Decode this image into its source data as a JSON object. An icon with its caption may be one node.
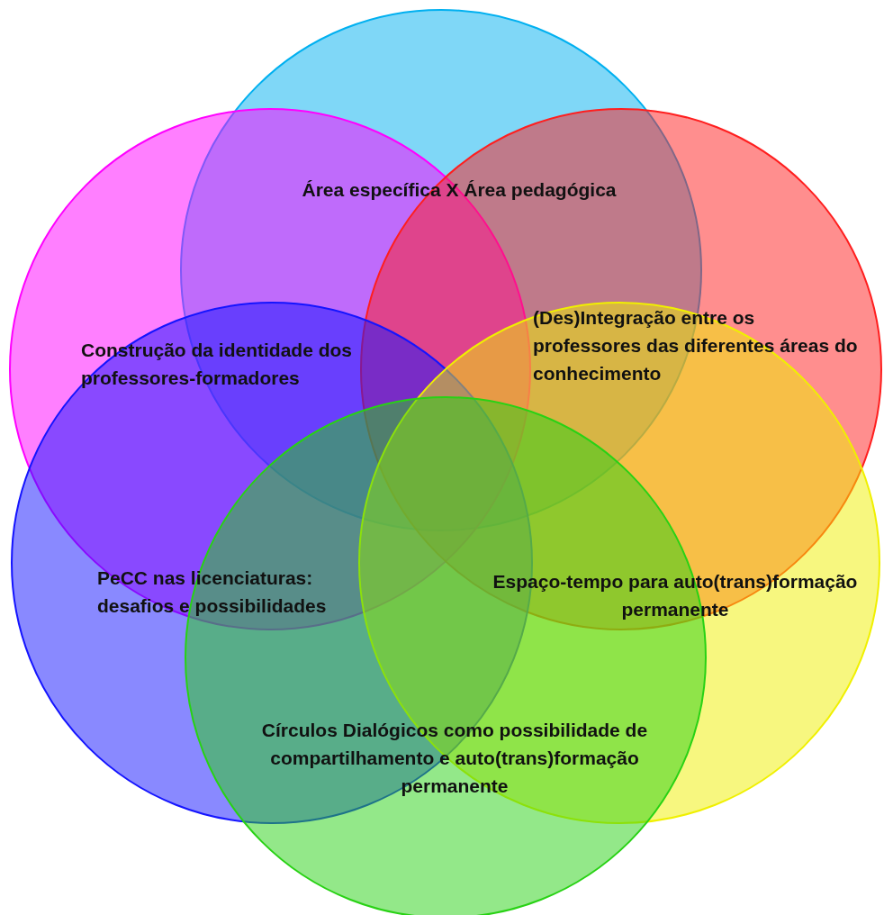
{
  "diagram": {
    "nodes": [
      {
        "text": [
          "Área específica X Área pedagógica"
        ]
      },
      {
        "text": [
          "Construção da identidade dos professores-formadores"
        ]
      },
      {
        "text": [
          "(Des)Integração entre os professores das diferentes áreas do conhecimento"
        ]
      },
      {
        "text": [
          "PeCC nas licenciaturas: desafios e possibilidades"
        ]
      },
      {
        "text": [
          "Espaço-tempo para auto(trans)formação permanente"
        ]
      },
      {
        "text": [
          "Círculos Dialógicos como possibilidade de compartilhamento e auto(trans)formação permanente"
        ]
      }
    ],
    "edges": []
  }
}
